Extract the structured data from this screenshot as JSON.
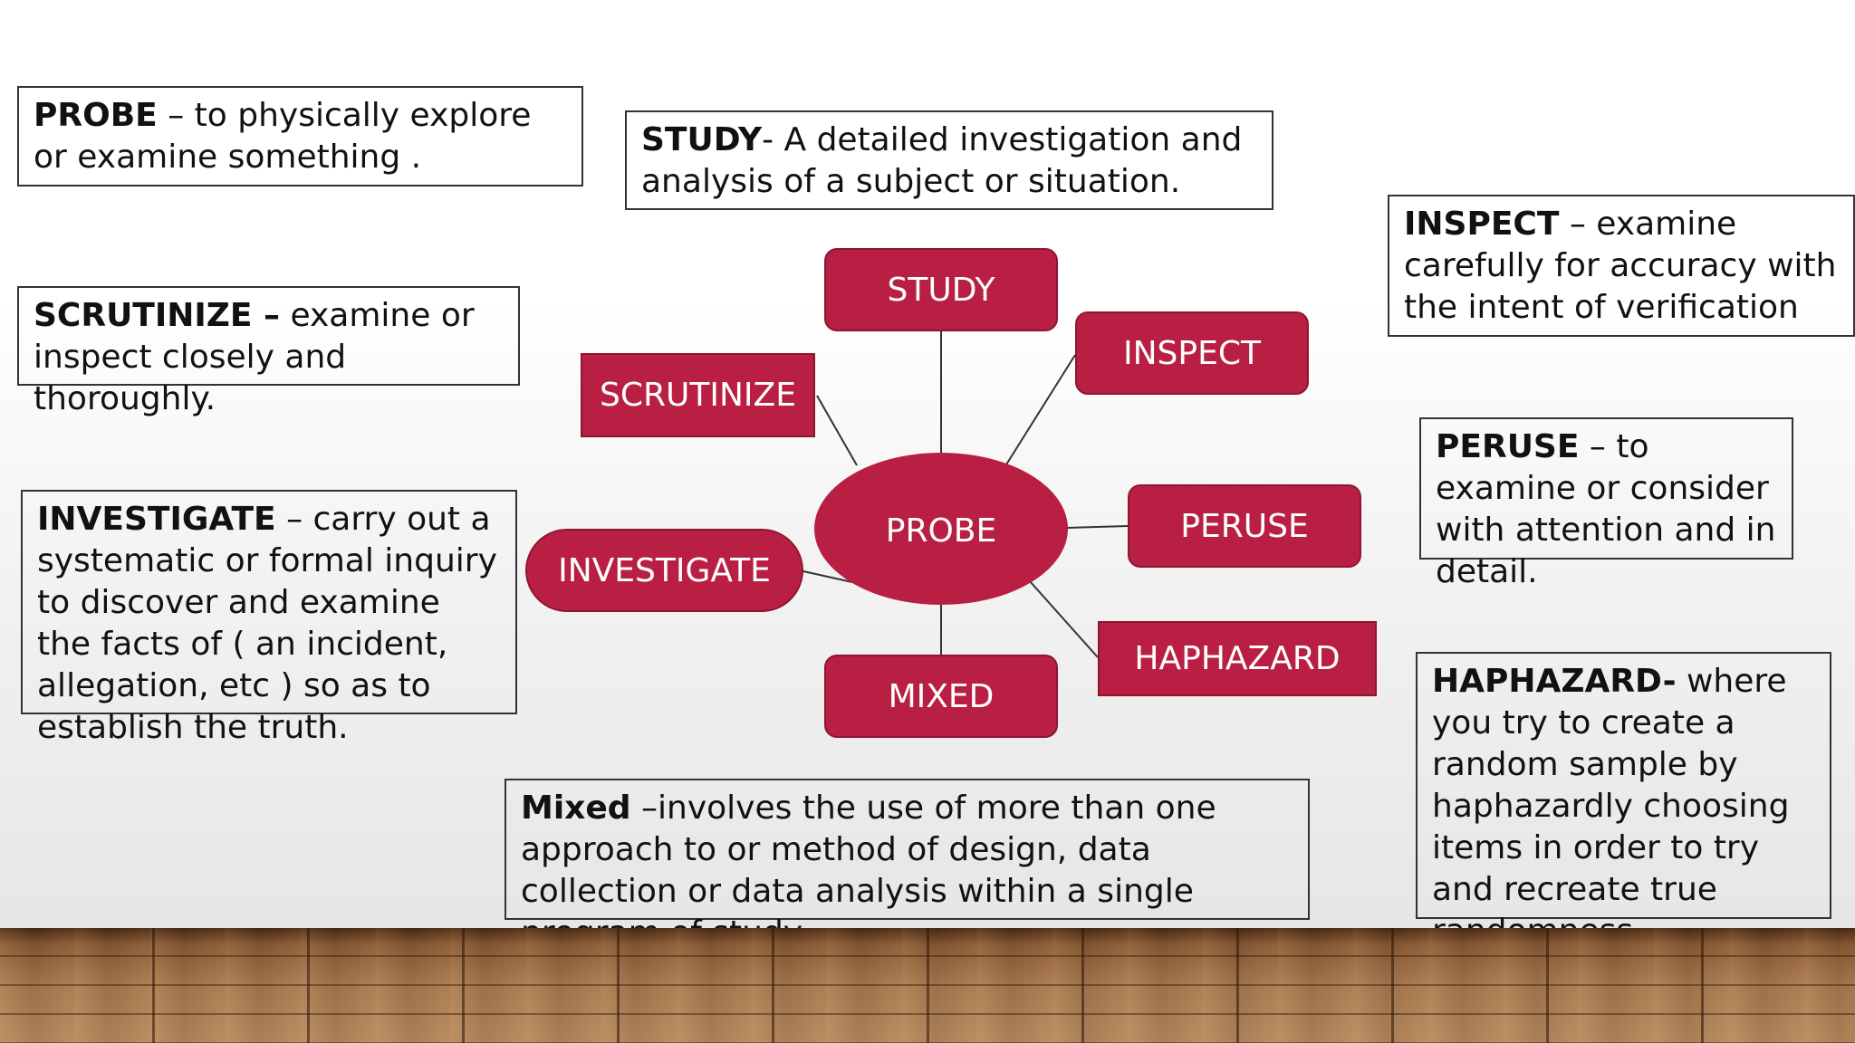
{
  "colors": {
    "node_fill": "#b91f42",
    "node_text": "#ffffff",
    "line": "#333333",
    "box_border": "#333333"
  },
  "definitions": {
    "probe": {
      "term": "PROBE",
      "rest": " – to physically explore or examine something ."
    },
    "study": {
      "term": "STUDY",
      "rest": "- A detailed investigation and analysis of a subject or situation."
    },
    "inspect": {
      "term": "INSPECT",
      "rest": " – examine carefully for accuracy with the intent of verification"
    },
    "scrutinize": {
      "term": "SCRUTINIZE –",
      "rest": " examine or inspect closely and thoroughly."
    },
    "peruse": {
      "term": "PERUSE",
      "rest": " – to examine or consider with attention and in detail."
    },
    "investigate": {
      "term": "INVESTIGATE",
      "rest": " – carry out a systematic or formal inquiry to discover and examine the facts of ( an incident, allegation, etc ) so as to establish the truth."
    },
    "haphazard": {
      "term": "HAPHAZARD-",
      "rest": " where you try to create a random sample by haphazardly choosing items in order to try and recreate true randomness"
    },
    "mixed": {
      "term": "Mixed",
      "rest": " –involves the use of more than one approach to or method of design, data collection or data analysis within a single program of study."
    }
  },
  "diagram": {
    "center": "PROBE",
    "nodes": {
      "study": "STUDY",
      "inspect": "INSPECT",
      "scrutinize": "SCRUTINIZE",
      "peruse": "PERUSE",
      "investigate": "INVESTIGATE",
      "haphazard": "HAPHAZARD",
      "mixed": "MIXED"
    }
  }
}
